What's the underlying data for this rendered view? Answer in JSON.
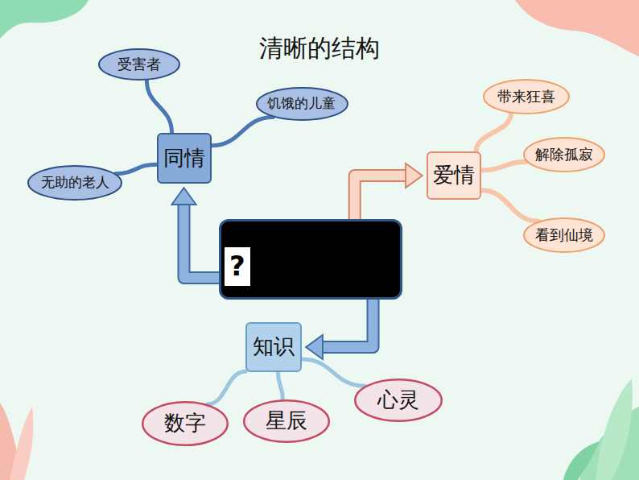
{
  "diagram": {
    "title": "清晰的结构",
    "nodes": [
      {
        "text": [
          "?"
        ]
      },
      {
        "text": [
          "同情"
        ]
      },
      {
        "text": [
          "受害者"
        ]
      },
      {
        "text": [
          "饥饿的儿童"
        ]
      },
      {
        "text": [
          "无助的老人"
        ]
      },
      {
        "text": [
          "爱情"
        ]
      },
      {
        "text": [
          "带来狂喜"
        ]
      },
      {
        "text": [
          "解除孤寂"
        ]
      },
      {
        "text": [
          "看到仙境"
        ]
      },
      {
        "text": [
          "知识"
        ]
      },
      {
        "text": [
          "数字"
        ]
      },
      {
        "text": [
          "星辰"
        ]
      },
      {
        "text": [
          "心灵"
        ]
      }
    ],
    "edges": [
      {
        "from": 0,
        "to": 1,
        "arrow": "to"
      },
      {
        "from": 0,
        "to": 5,
        "arrow": "to"
      },
      {
        "from": 0,
        "to": 9,
        "arrow": "to"
      },
      {
        "from": 1,
        "to": 2,
        "arrow": "none"
      },
      {
        "from": 1,
        "to": 3,
        "arrow": "none"
      },
      {
        "from": 1,
        "to": 4,
        "arrow": "none"
      },
      {
        "from": 5,
        "to": 6,
        "arrow": "none"
      },
      {
        "from": 5,
        "to": 7,
        "arrow": "none"
      },
      {
        "from": 5,
        "to": 8,
        "arrow": "none"
      },
      {
        "from": 9,
        "to": 10,
        "arrow": "none"
      },
      {
        "from": 9,
        "to": 11,
        "arrow": "none"
      },
      {
        "from": 9,
        "to": 12,
        "arrow": "none"
      }
    ]
  }
}
